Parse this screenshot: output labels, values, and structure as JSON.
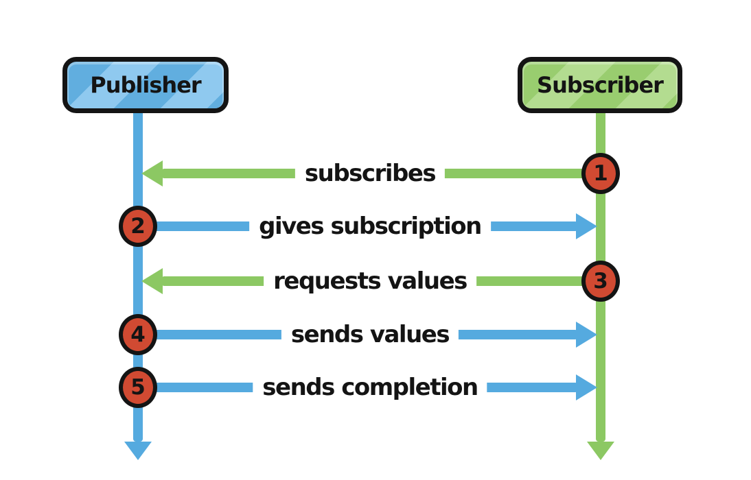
{
  "actors": {
    "publisher": {
      "label": "Publisher",
      "fill": "#61AEDF",
      "stripe": "#8FC9EF"
    },
    "subscriber": {
      "label": "Subscriber",
      "fill": "#99CD6F",
      "stripe": "#B3DC90"
    }
  },
  "messages": [
    {
      "number": "1",
      "label": "subscribes",
      "from": "subscriber",
      "to": "publisher"
    },
    {
      "number": "2",
      "label": "gives subscription",
      "from": "publisher",
      "to": "subscriber"
    },
    {
      "number": "3",
      "label": "requests values",
      "from": "subscriber",
      "to": "publisher"
    },
    {
      "number": "4",
      "label": "sends values",
      "from": "publisher",
      "to": "subscriber"
    },
    {
      "number": "5",
      "label": "sends completion",
      "from": "publisher",
      "to": "subscriber"
    }
  ],
  "colors": {
    "publisher_line": "#55AADF",
    "subscriber_line": "#8CC863",
    "marker_fill": "#D14A32",
    "outline": "#141414",
    "background": "#FFFFFF"
  }
}
